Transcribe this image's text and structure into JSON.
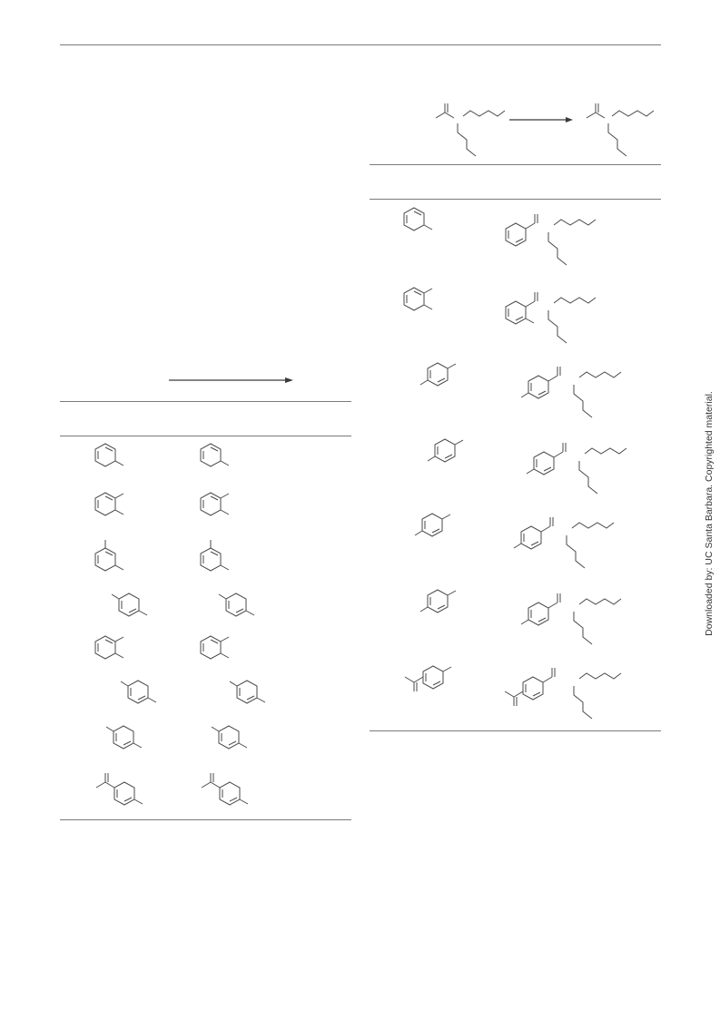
{
  "watermark": {
    "text": "Downloaded by: UC Santa Barbara. Copyrighted material."
  },
  "icons": {
    "arrow": "reaction-arrow",
    "structure": "chemical-structure-drawing"
  },
  "colors": {
    "ink": "#4a4a4a",
    "rule": "#7a7a7a"
  }
}
